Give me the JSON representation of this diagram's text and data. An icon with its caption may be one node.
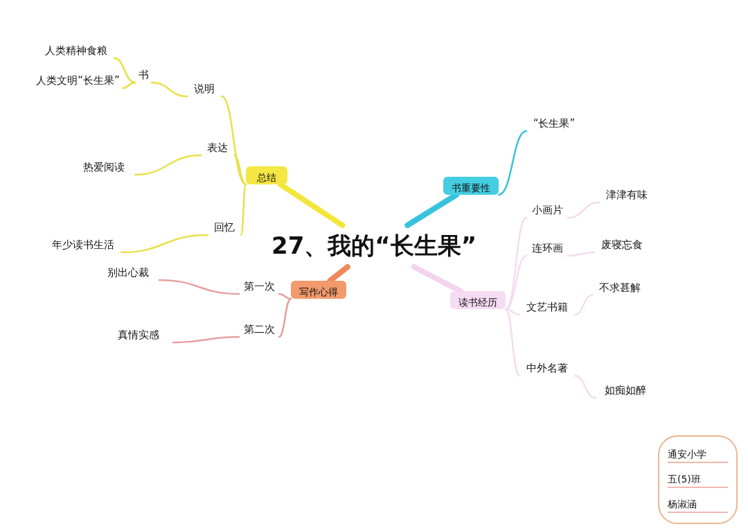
{
  "diagram": {
    "nodes": [
      {
        "text": [
          "27、我的“长生果”"
        ]
      },
      {
        "text": [
          "总结"
        ]
      },
      {
        "text": [
          "说明"
        ]
      },
      {
        "text": [
          "书"
        ]
      },
      {
        "text": [
          "人类精神食粮"
        ]
      },
      {
        "text": [
          "人类文明“长生果”"
        ]
      },
      {
        "text": [
          "表达"
        ]
      },
      {
        "text": [
          "热爱阅读"
        ]
      },
      {
        "text": [
          "回忆"
        ]
      },
      {
        "text": [
          "年少读书生活"
        ]
      },
      {
        "text": [
          "写作心得"
        ]
      },
      {
        "text": [
          "第一次"
        ]
      },
      {
        "text": [
          "别出心裁"
        ]
      },
      {
        "text": [
          "第二次"
        ]
      },
      {
        "text": [
          "真情实感"
        ]
      },
      {
        "text": [
          "书重要性"
        ]
      },
      {
        "text": [
          "“长生果”"
        ]
      },
      {
        "text": [
          "读书经历"
        ]
      },
      {
        "text": [
          "小画片"
        ]
      },
      {
        "text": [
          "津津有味"
        ]
      },
      {
        "text": [
          "连环画"
        ]
      },
      {
        "text": [
          "废寝忘食"
        ]
      },
      {
        "text": [
          "文艺书籍"
        ]
      },
      {
        "text": [
          "不求甚解"
        ]
      },
      {
        "text": [
          "中外名著"
        ]
      },
      {
        "text": [
          "如痴如醉"
        ]
      },
      {
        "text": [
          "通安小学",
          "五(5)班",
          "杨淑涵"
        ]
      }
    ],
    "edges": [
      {
        "from": 0,
        "to": 1,
        "arrow": "none",
        "style": "thick",
        "color": "#f2e63a"
      },
      {
        "from": 1,
        "to": 2,
        "arrow": "none",
        "color": "#e8e04a"
      },
      {
        "from": 2,
        "to": 3,
        "arrow": "none",
        "color": "#e8e04a"
      },
      {
        "from": 3,
        "to": 4,
        "arrow": "none",
        "color": "#e8e04a"
      },
      {
        "from": 3,
        "to": 5,
        "arrow": "none",
        "color": "#e8e04a"
      },
      {
        "from": 1,
        "to": 6,
        "arrow": "none",
        "color": "#e8e04a"
      },
      {
        "from": 6,
        "to": 7,
        "arrow": "none",
        "color": "#e8e04a"
      },
      {
        "from": 1,
        "to": 8,
        "arrow": "none",
        "color": "#e8e04a"
      },
      {
        "from": 8,
        "to": 9,
        "arrow": "none",
        "color": "#e8e04a"
      },
      {
        "from": 0,
        "to": 10,
        "arrow": "none",
        "style": "thick",
        "color": "#ee8a5c"
      },
      {
        "from": 10,
        "to": 11,
        "arrow": "none",
        "color": "#e6a0a0"
      },
      {
        "from": 11,
        "to": 12,
        "arrow": "none",
        "color": "#e6a0a0"
      },
      {
        "from": 10,
        "to": 13,
        "arrow": "none",
        "color": "#e6a0a0"
      },
      {
        "from": 13,
        "to": 14,
        "arrow": "none",
        "color": "#e6a0a0"
      },
      {
        "from": 0,
        "to": 15,
        "arrow": "none",
        "style": "thick",
        "color": "#35c4dc"
      },
      {
        "from": 15,
        "to": 16,
        "arrow": "none",
        "color": "#35c4dc"
      },
      {
        "from": 0,
        "to": 17,
        "arrow": "none",
        "style": "thick",
        "color": "#f2d4ee"
      },
      {
        "from": 17,
        "to": 18,
        "arrow": "none",
        "color": "#f4dcef"
      },
      {
        "from": 18,
        "to": 19,
        "arrow": "none",
        "color": "#f4dcef"
      },
      {
        "from": 17,
        "to": 20,
        "arrow": "none",
        "color": "#f4dcef"
      },
      {
        "from": 20,
        "to": 21,
        "arrow": "none",
        "color": "#f4dcef"
      },
      {
        "from": 17,
        "to": 22,
        "arrow": "none",
        "color": "#f4dcef"
      },
      {
        "from": 22,
        "to": 23,
        "arrow": "none",
        "color": "#f4dcef"
      },
      {
        "from": 17,
        "to": 24,
        "arrow": "none",
        "color": "#f4dcef"
      },
      {
        "from": 24,
        "to": 25,
        "arrow": "none",
        "color": "#f4dcef"
      }
    ]
  }
}
